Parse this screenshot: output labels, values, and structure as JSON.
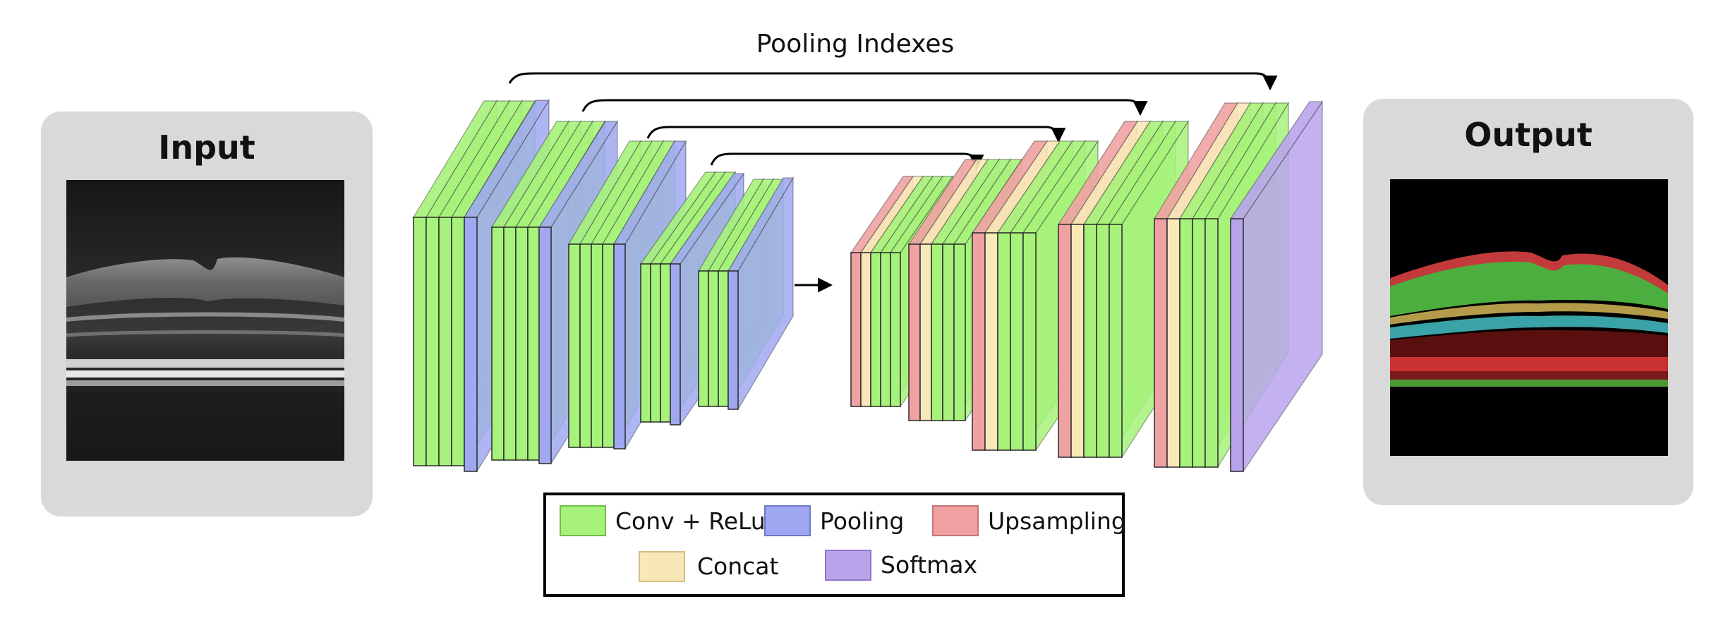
{
  "input_panel": {
    "title": "Input"
  },
  "output_panel": {
    "title": "Output"
  },
  "skip_label": "Pooling Indexes",
  "legend": {
    "items": [
      {
        "label": "Conv + ReLu",
        "color": "#a6f27a"
      },
      {
        "label": "Pooling",
        "color": "#9fa8f0"
      },
      {
        "label": "Upsampling",
        "color": "#f0a2a2"
      },
      {
        "label": "Concat",
        "color": "#f8e8b8"
      },
      {
        "label": "Softmax",
        "color": "#b9a4ec"
      }
    ]
  },
  "colors": {
    "conv": "#a6f27a",
    "pool": "#9fa8f0",
    "upsample": "#f0a2a2",
    "concat": "#f8e8b8",
    "softmax": "#b9a4ec",
    "panel": "#d9d9d9"
  },
  "icons": {
    "flow_arrow": "right-arrow-icon",
    "skip_arrow": "curved-arrow-icon"
  }
}
